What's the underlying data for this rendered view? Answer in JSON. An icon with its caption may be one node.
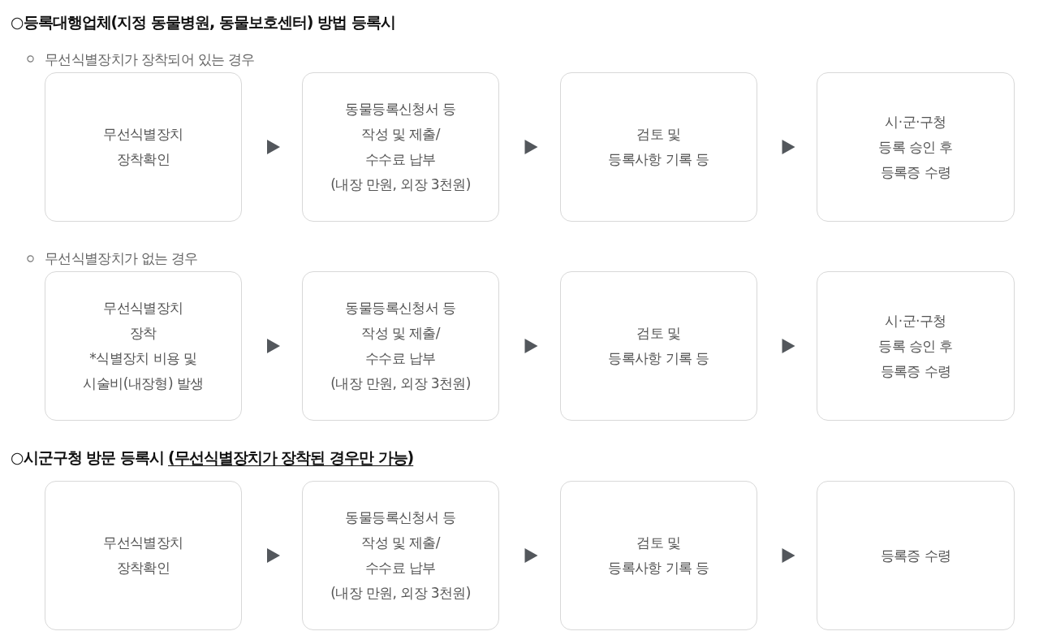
{
  "diagram": {
    "nodes": [
      {
        "text": [
          "무선식별장치 장착확인"
        ]
      },
      {
        "text": [
          "동물등록신청서 등 작성 및 제출/ 수수료 납부 (내장 만원, 외장 3천원)"
        ]
      },
      {
        "text": [
          "검토 및 등록사항 기록 등"
        ]
      },
      {
        "text": [
          "시·군·구청 등록 승인 후 등록증 수령"
        ]
      },
      {
        "text": [
          "무선식별장치 장착 *식별장치 비용 및 시술비(내장형) 발생"
        ]
      },
      {
        "text": [
          "동물등록신청서 등 작성 및 제출/ 수수료 납부 (내장 만원, 외장 3천원)"
        ]
      },
      {
        "text": [
          "검토 및 등록사항 기록 등"
        ]
      },
      {
        "text": [
          "시·군·구청 등록 승인 후 등록증 수령"
        ]
      },
      {
        "text": [
          "무선식별장치 장착확인"
        ]
      },
      {
        "text": [
          "동물등록신청서 등 작성 및 제출/ 수수료 납부 (내장 만원, 외장 3천원)"
        ]
      },
      {
        "text": [
          "검토 및 등록사항 기록 등"
        ]
      },
      {
        "text": [
          "등록증 수령"
        ]
      }
    ],
    "edges": [
      {
        "from": 0,
        "to": 1,
        "arrow": "to"
      },
      {
        "from": 1,
        "to": 2,
        "arrow": "to"
      },
      {
        "from": 2,
        "to": 3,
        "arrow": "to"
      },
      {
        "from": 4,
        "to": 5,
        "arrow": "to"
      },
      {
        "from": 5,
        "to": 6,
        "arrow": "to"
      },
      {
        "from": 6,
        "to": 7,
        "arrow": "to"
      },
      {
        "from": 8,
        "to": 9,
        "arrow": "to"
      },
      {
        "from": 9,
        "to": 10,
        "arrow": "to"
      },
      {
        "from": 10,
        "to": 11,
        "arrow": "to"
      }
    ],
    "labels": [
      "○등록대행업체(지정 동물병원, 동물보호센터) 방법 등록시",
      "무선식별장치가 장착되어 있는 경우",
      "무선식별장치가 없는 경우",
      "○시군구청 방문 등록시",
      "(무선식별장치가 장착된 경우만 가능)"
    ]
  }
}
